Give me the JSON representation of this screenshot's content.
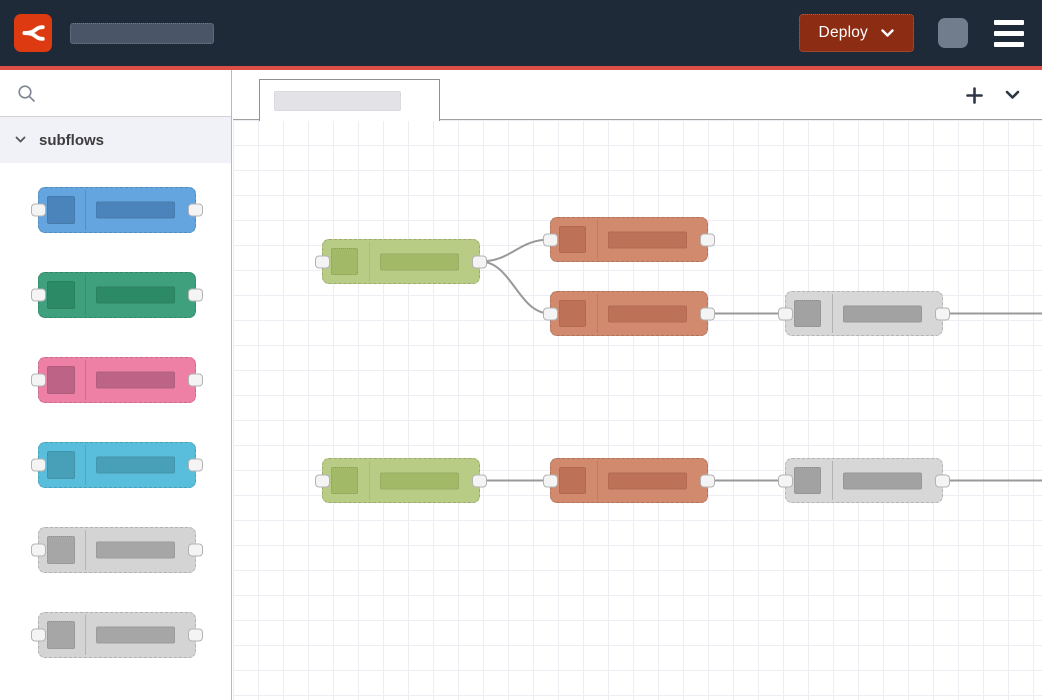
{
  "header": {
    "logo_icon": "node-red-logo",
    "title_placeholder": "",
    "deploy": {
      "label": "Deploy",
      "chevron_icon": "chevron-down"
    },
    "menu_icon": "hamburger-menu"
  },
  "palette": {
    "search_icon": "search",
    "category": {
      "label": "subflows",
      "chevron_icon": "chevron-down",
      "expanded": true
    },
    "items": [
      {
        "color_key": "palette_blue"
      },
      {
        "color_key": "palette_green"
      },
      {
        "color_key": "palette_pink"
      },
      {
        "color_key": "palette_cyan"
      },
      {
        "color_key": "palette_grey"
      },
      {
        "color_key": "palette_grey"
      }
    ]
  },
  "workspace": {
    "tab_label_placeholder": "",
    "add_flow_icon": "plus",
    "tab_menu_icon": "chevron-down",
    "flow": {
      "nodes": [
        {
          "id": "A",
          "color_key": "canvas_olive",
          "row": 1
        },
        {
          "id": "B",
          "color_key": "canvas_salmon",
          "row": 1
        },
        {
          "id": "C",
          "color_key": "canvas_salmon",
          "row": 1
        },
        {
          "id": "D",
          "color_key": "canvas_grey",
          "row": 1
        },
        {
          "id": "E",
          "color_key": "canvas_olive",
          "row": 2
        },
        {
          "id": "F",
          "color_key": "canvas_salmon",
          "row": 2
        },
        {
          "id": "G",
          "color_key": "canvas_grey",
          "row": 2
        }
      ],
      "wires": [
        "A-B",
        "A-C",
        "C-D",
        "D-offscreen-right",
        "E-F",
        "F-G",
        "G-offscreen-right"
      ]
    }
  },
  "colors": {
    "header_bg": "#1f2a38",
    "accent_line": "#dd4f45",
    "logo_bg": "#dd3a12",
    "deploy_bg": "#8c2c12",
    "title_placeholder": "#4a5568",
    "avatar_bg": "#717d8c",
    "wire": "#999999",
    "palette_blue": {
      "body": "#64a5df",
      "accent": "#4a84ba"
    },
    "palette_green": {
      "body": "#3ea07c",
      "accent": "#2d8a67"
    },
    "palette_pink": {
      "body": "#ee80a6",
      "accent": "#bd6486"
    },
    "palette_cyan": {
      "body": "#58bedc",
      "accent": "#479fb8"
    },
    "palette_grey": {
      "body": "#d4d4d4",
      "accent": "#a6a6a6"
    },
    "canvas_olive": {
      "body": "#b9cc85",
      "accent": "#a2b968"
    },
    "canvas_salmon": {
      "body": "#d18a6e",
      "accent": "#bd7257"
    },
    "canvas_grey": {
      "body": "#d7d7d7",
      "accent": "#a2a2a2"
    }
  }
}
